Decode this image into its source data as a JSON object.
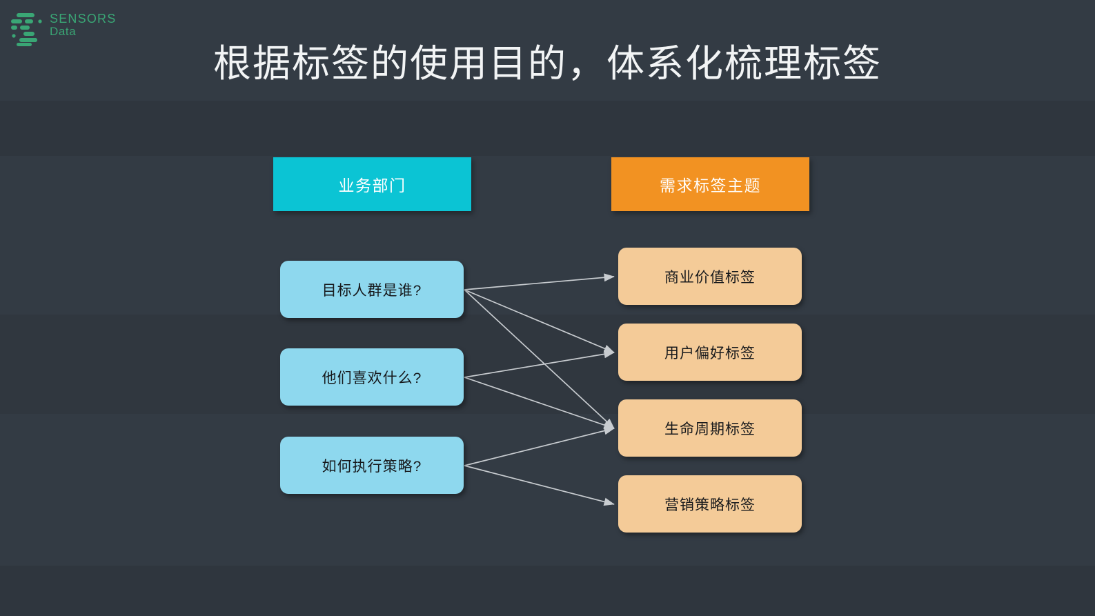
{
  "brand": {
    "name_line_1": "SENSORS",
    "name_line_2": "Data",
    "color": "#3aa675"
  },
  "slide": {
    "title": "根据标签的使用目的，体系化梳理标签",
    "background_color": "#333b44",
    "title_color": "#f2f4f5"
  },
  "columns": [
    {
      "header": "业务部门",
      "header_color": "#0bc4d4",
      "item_color": "#8ed8ee",
      "items": [
        "目标人群是谁?",
        "他们喜欢什么?",
        "如何执行策略?"
      ]
    },
    {
      "header": "需求标签主题",
      "header_color": "#f29222",
      "item_color": "#f4cb98",
      "items": [
        "商业价值标签",
        "用户偏好标签",
        "生命周期标签",
        "营销策略标签"
      ]
    }
  ],
  "connections": [
    {
      "from": "目标人群是谁?",
      "to": "商业价值标签"
    },
    {
      "from": "目标人群是谁?",
      "to": "用户偏好标签"
    },
    {
      "from": "目标人群是谁?",
      "to": "生命周期标签"
    },
    {
      "from": "他们喜欢什么?",
      "to": "用户偏好标签"
    },
    {
      "from": "他们喜欢什么?",
      "to": "生命周期标签"
    },
    {
      "from": "如何执行策略?",
      "to": "生命周期标签"
    },
    {
      "from": "如何执行策略?",
      "to": "营销策略标签"
    }
  ],
  "connector_color": "#c8ccd0"
}
